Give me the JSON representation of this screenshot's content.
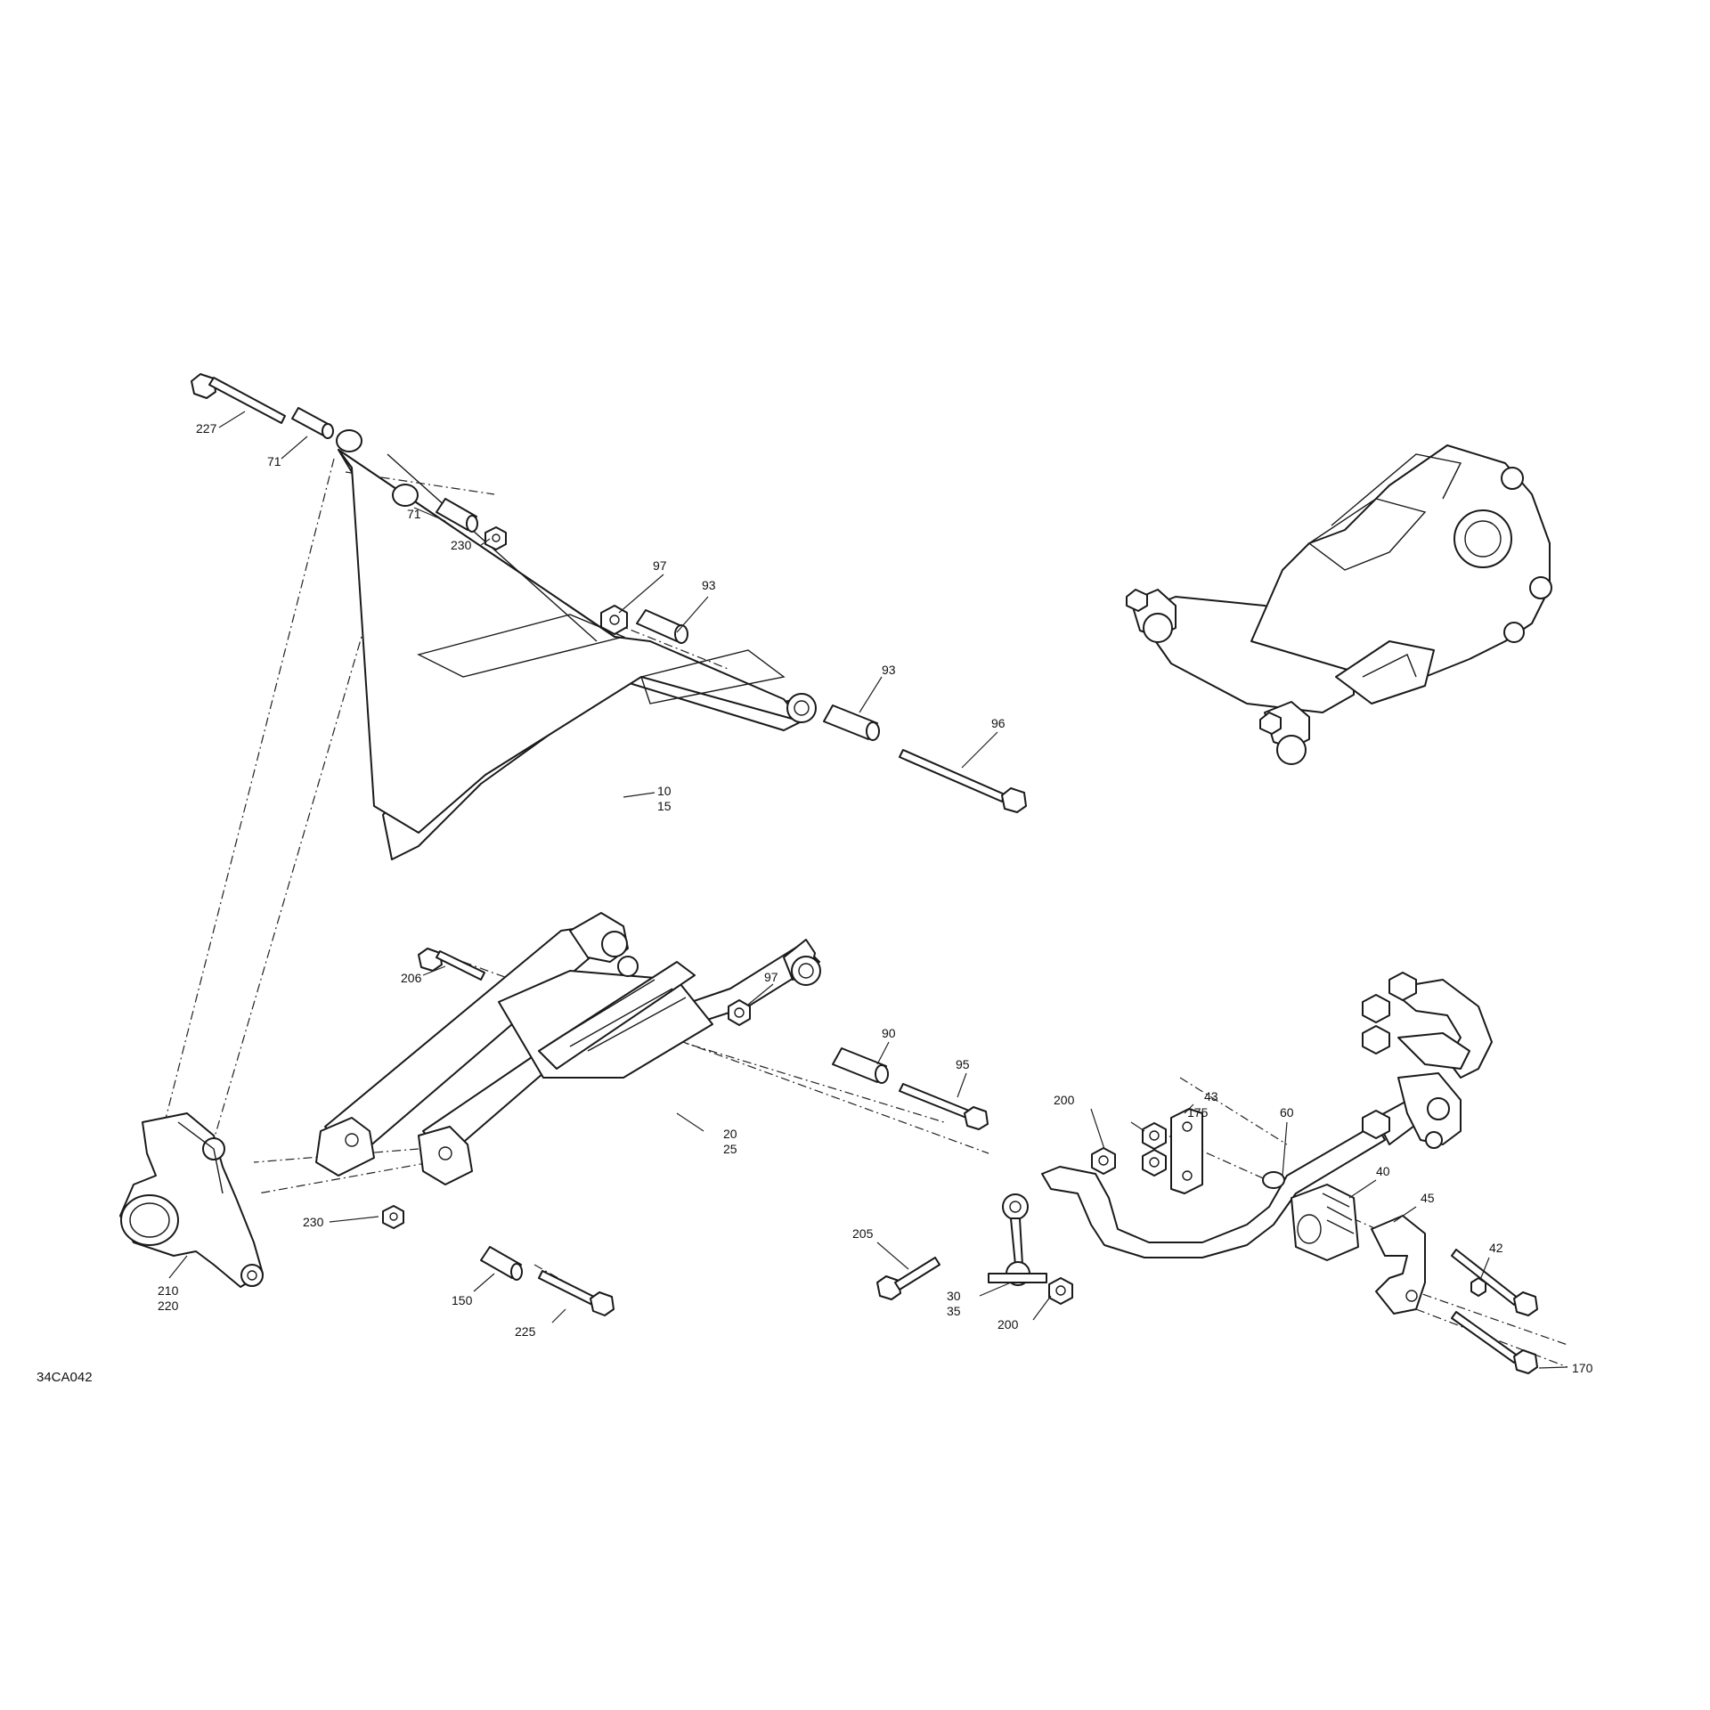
{
  "drawing_code": "34CA042",
  "callouts": {
    "c97_top": "97",
    "c93_top": "93",
    "c93_right": "93",
    "c96": "96",
    "c10": "10",
    "c15": "15",
    "c227": "227",
    "c71_top": "71",
    "c71_bottom": "71",
    "c230_top": "230",
    "c206": "206",
    "c97_mid": "97",
    "c90": "90",
    "c95": "95",
    "c20": "20",
    "c25": "25",
    "c230_bottom": "230",
    "c210": "210",
    "c220": "220",
    "c150": "150",
    "c225": "225",
    "c175": "175",
    "c43": "43",
    "c60": "60",
    "c200_top": "200",
    "c205": "205",
    "c30": "30",
    "c35": "35",
    "c200_bottom": "200",
    "c40": "40",
    "c45": "45",
    "c42": "42",
    "c170": "170"
  }
}
